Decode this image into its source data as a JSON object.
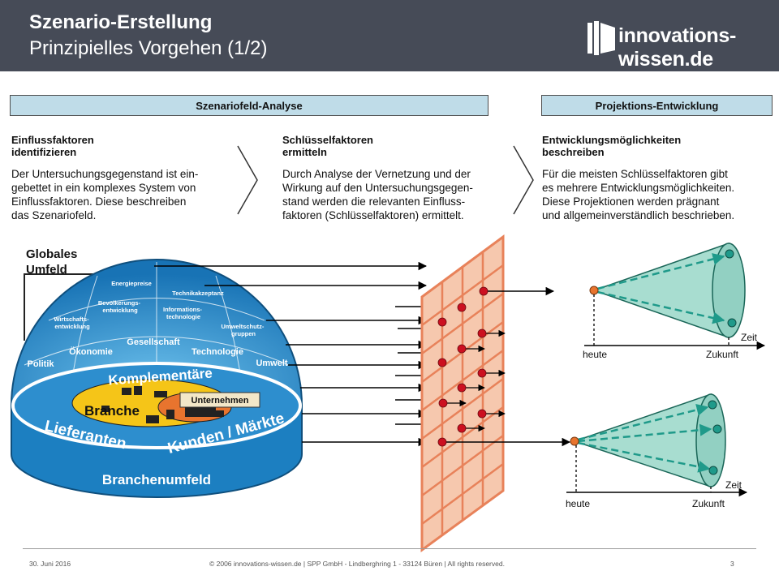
{
  "header": {
    "title": "Szenario-Erstellung",
    "subtitle": "Prinzipielles Vorgehen (1/2)",
    "logo_text": "innovations-wissen.de"
  },
  "banners": {
    "left": "Szenariofeld-Analyse",
    "right": "Projektions-Entwicklung"
  },
  "columns": [
    {
      "heading_lines": [
        "Einflussfaktoren",
        "identifizieren"
      ],
      "body_lines": [
        "Der Untersuchungsgegenstand ist ein-",
        "gebettet in ein komplexes System von",
        "Einflussfaktoren. Diese beschreiben",
        "das Szenariofeld."
      ]
    },
    {
      "heading_lines": [
        "Schlüsselfaktoren",
        "ermitteln"
      ],
      "body_lines": [
        "Durch Analyse der Vernetzung und der",
        "Wirkung auf den Untersuchungsgegen-",
        "stand werden die relevanten Einfluss-",
        "faktoren (Schlüsselfaktoren) ermittelt."
      ]
    },
    {
      "heading_lines": [
        "Entwicklungsmöglichkeiten",
        "beschreiben"
      ],
      "body_lines": [
        "Für die meisten Schlüsselfaktoren gibt",
        "es mehrere Entwicklungsmöglichkeiten.",
        "Diese Projektionen werden prägnant",
        "und allgemeinverständlich beschrieben."
      ]
    }
  ],
  "dome": {
    "global_label_lines": [
      "Globales",
      "Umfeld"
    ],
    "labels": {
      "energiepreise": "Energiepreise",
      "technikakzeptanz": "Technikakzeptanz",
      "bevoelkerung_1": "Bevölkerungs-",
      "bevoelkerung_2": "entwicklung",
      "informations_1": "Informations-",
      "informations_2": "technologie",
      "wirtschafts_1": "Wirtschafts-",
      "wirtschafts_2": "entwicklung",
      "umweltschutz_1": "Umweltschutz-",
      "umweltschutz_2": "gruppen",
      "gesellschaft": "Gesellschaft",
      "oekonomie": "Ökonomie",
      "technologie": "Technologie",
      "politik": "Politik",
      "umwelt": "Umwelt",
      "komplementaere": "Komplementäre",
      "branche": "Branche",
      "unternehmen": "Unternehmen",
      "lieferanten": "Lieferanten",
      "kunden": "Kunden / Märkte",
      "branchenumfeld": "Branchenumfeld"
    }
  },
  "projections": {
    "top": {
      "time_label": "Zeit",
      "start_label": "heute",
      "end_label": "Zukunft"
    },
    "bottom": {
      "time_label": "Zeit",
      "start_label": "heute",
      "end_label": "Zukunft"
    }
  },
  "colors": {
    "header_bg": "#464b57",
    "banner_bg": "#bfdce8",
    "dome_blue": "#2a8cc8",
    "grid_orange": "#e8825a",
    "grid_fill": "#f6c8ae",
    "node_red": "#cc1020",
    "cone_fill": "#a8ddd0",
    "cone_stroke": "#1a6658",
    "arrow_teal": "#1f9a8a",
    "branche_yellow": "#f5c518",
    "unternehmen_orange": "#e8742e"
  },
  "footer": {
    "date": "30. Juni 2016",
    "copyright": "© 2006 innovations-wissen.de | SPP GmbH - Lindberghring 1 - 33124 Büren | All rights reserved.",
    "page": "3"
  }
}
